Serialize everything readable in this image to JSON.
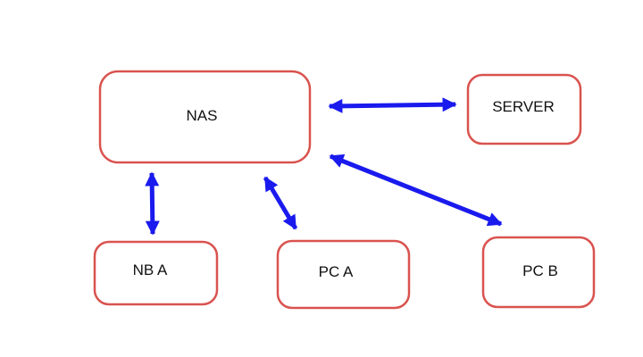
{
  "colors": {
    "box_border": "#d9534f",
    "arrow": "#1a1aee",
    "background": "#ffffff"
  },
  "nodes": {
    "nas": {
      "label": "NAS"
    },
    "server": {
      "label": "SERVER"
    },
    "nb_a": {
      "label": "NB A"
    },
    "pc_a": {
      "label": "PC A"
    },
    "pc_b": {
      "label": "PC B"
    }
  },
  "connections": [
    {
      "from": "nas",
      "to": "server",
      "direction": "bidirectional"
    },
    {
      "from": "nas",
      "to": "nb_a",
      "direction": "bidirectional"
    },
    {
      "from": "nas",
      "to": "pc_a",
      "direction": "bidirectional"
    },
    {
      "from": "nas",
      "to": "pc_b",
      "direction": "bidirectional"
    }
  ]
}
